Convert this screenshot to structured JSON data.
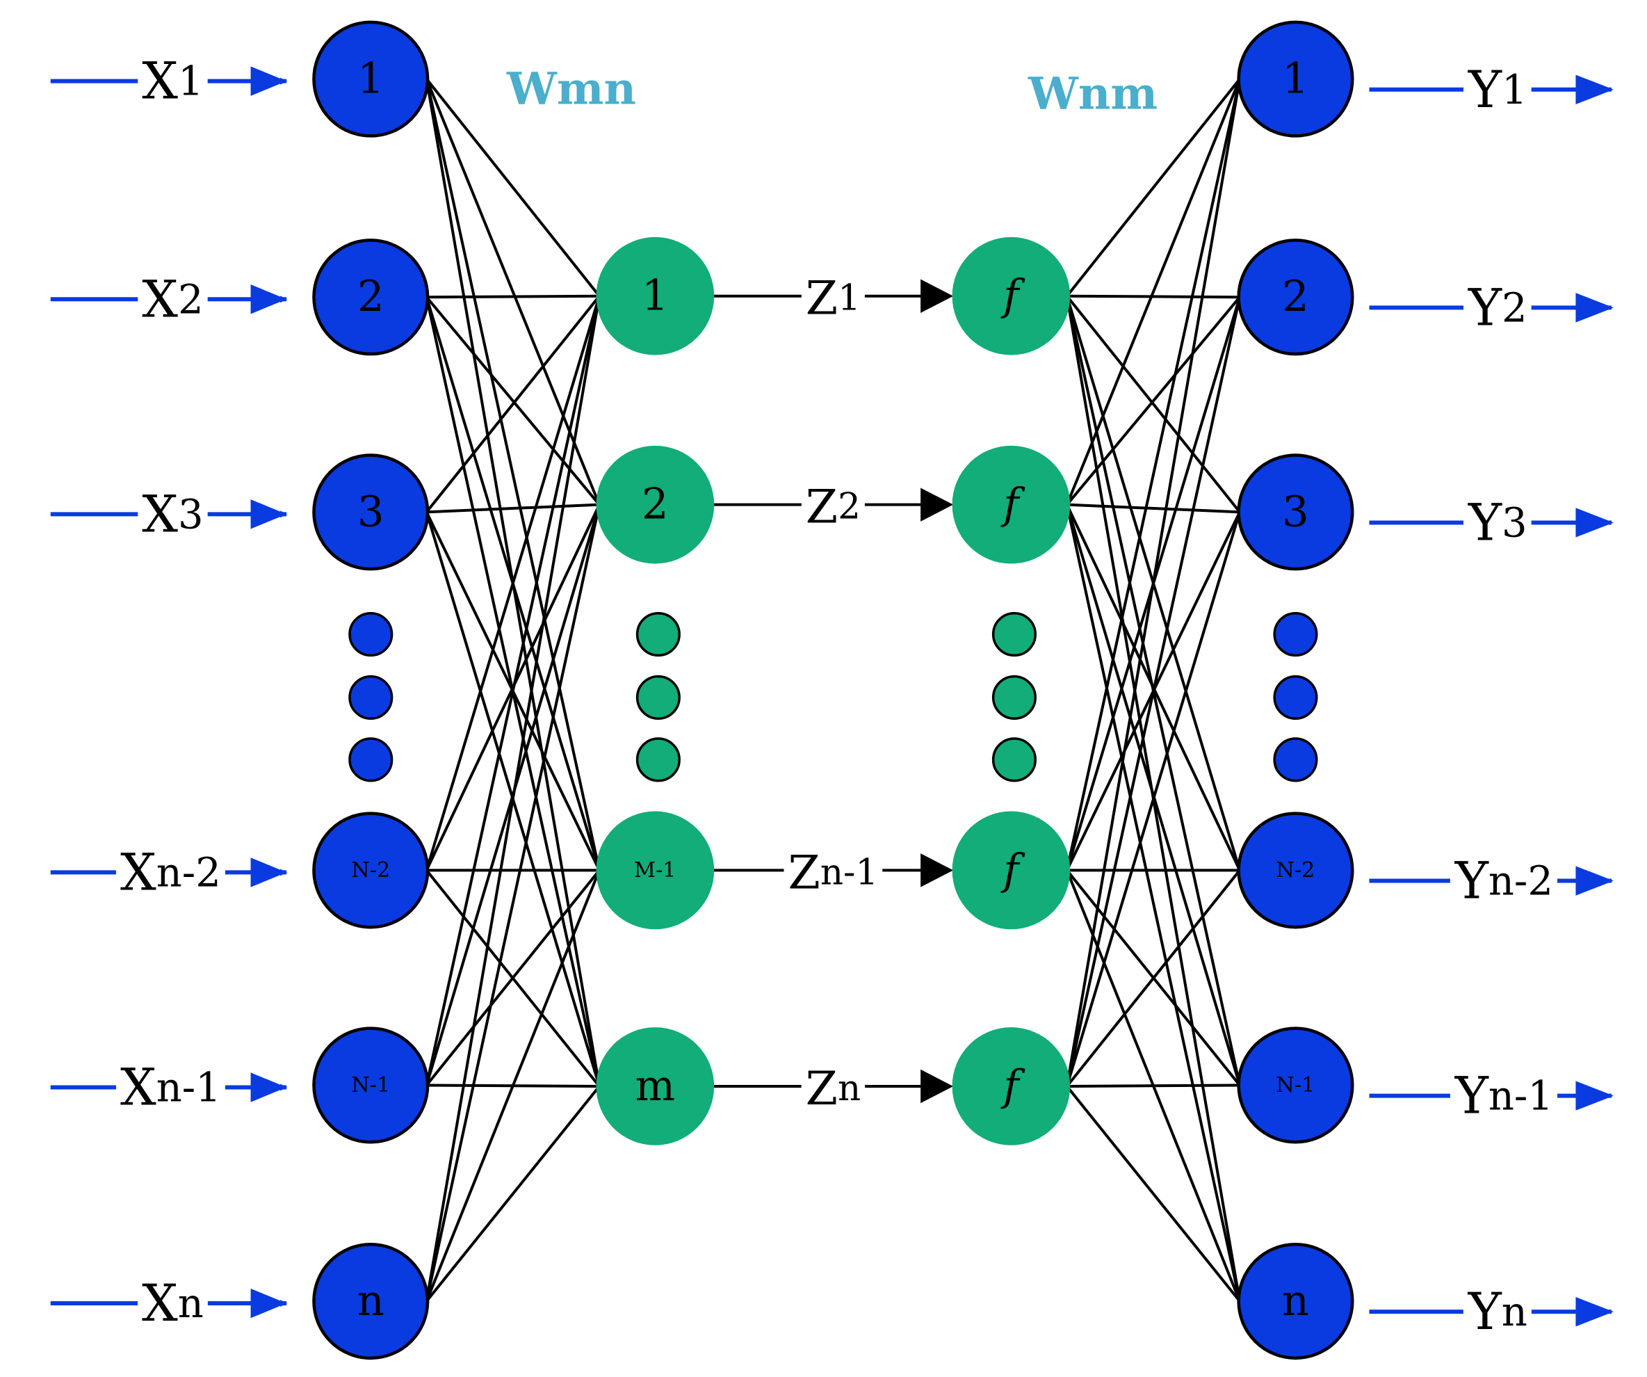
{
  "weights": {
    "left": "Wmn",
    "right": "Wnm"
  },
  "input_nodes": [
    "1",
    "2",
    "3",
    "N-2",
    "N-1",
    "n"
  ],
  "hidden_nodes": [
    "1",
    "2",
    "M-1",
    "m"
  ],
  "activation_nodes": [
    "f",
    "f",
    "f",
    "f"
  ],
  "output_nodes": [
    "1",
    "2",
    "3",
    "N-2",
    "N-1",
    "n"
  ],
  "inputs": [
    {
      "base": "X",
      "sub": "1"
    },
    {
      "base": "X",
      "sub": "2"
    },
    {
      "base": "X",
      "sub": "3"
    },
    {
      "base": "X",
      "sub": "n-2"
    },
    {
      "base": "X",
      "sub": "n-1"
    },
    {
      "base": "X",
      "sub": "n"
    }
  ],
  "z_labels": [
    {
      "base": "Z",
      "sub": "1"
    },
    {
      "base": "Z",
      "sub": "2"
    },
    {
      "base": "Z",
      "sub": "n-1"
    },
    {
      "base": "Z",
      "sub": "n"
    }
  ],
  "outputs": [
    {
      "base": "Y",
      "sub": "1"
    },
    {
      "base": "Y",
      "sub": "2"
    },
    {
      "base": "Y",
      "sub": "3"
    },
    {
      "base": "Y",
      "sub": "n-2"
    },
    {
      "base": "Y",
      "sub": "n-1"
    },
    {
      "base": "Y",
      "sub": "n"
    }
  ],
  "colors": {
    "input_output_node": "#0a3be0",
    "hidden_node": "#12ad78",
    "weight_label": "#4aaecc",
    "io_arrow": "#0a3be0",
    "connection": "#000000"
  }
}
